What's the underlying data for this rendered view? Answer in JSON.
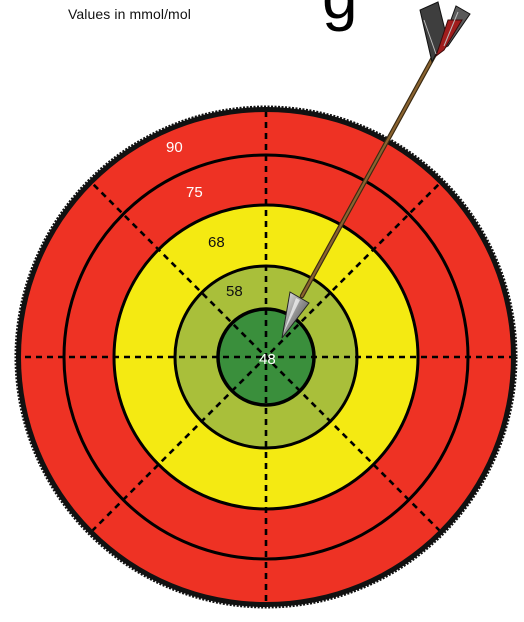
{
  "header": {
    "clipped_title_fragment": "g",
    "subtitle": "Values in mmol/mol"
  },
  "target": {
    "ring_labels": {
      "outer": "90",
      "second": "75",
      "third": "68",
      "fourth": "58",
      "center": "48"
    },
    "colors": {
      "red": "#ee3224",
      "yellow": "#f4ea12",
      "light_green": "#a9bf3a",
      "dark_green": "#3a8f3c",
      "ring_stroke": "#000000",
      "arrow_shaft": "#6b4a22",
      "arrow_fletch": "#4a4a4a",
      "arrow_fletch_accent": "#9b1c1c"
    }
  }
}
